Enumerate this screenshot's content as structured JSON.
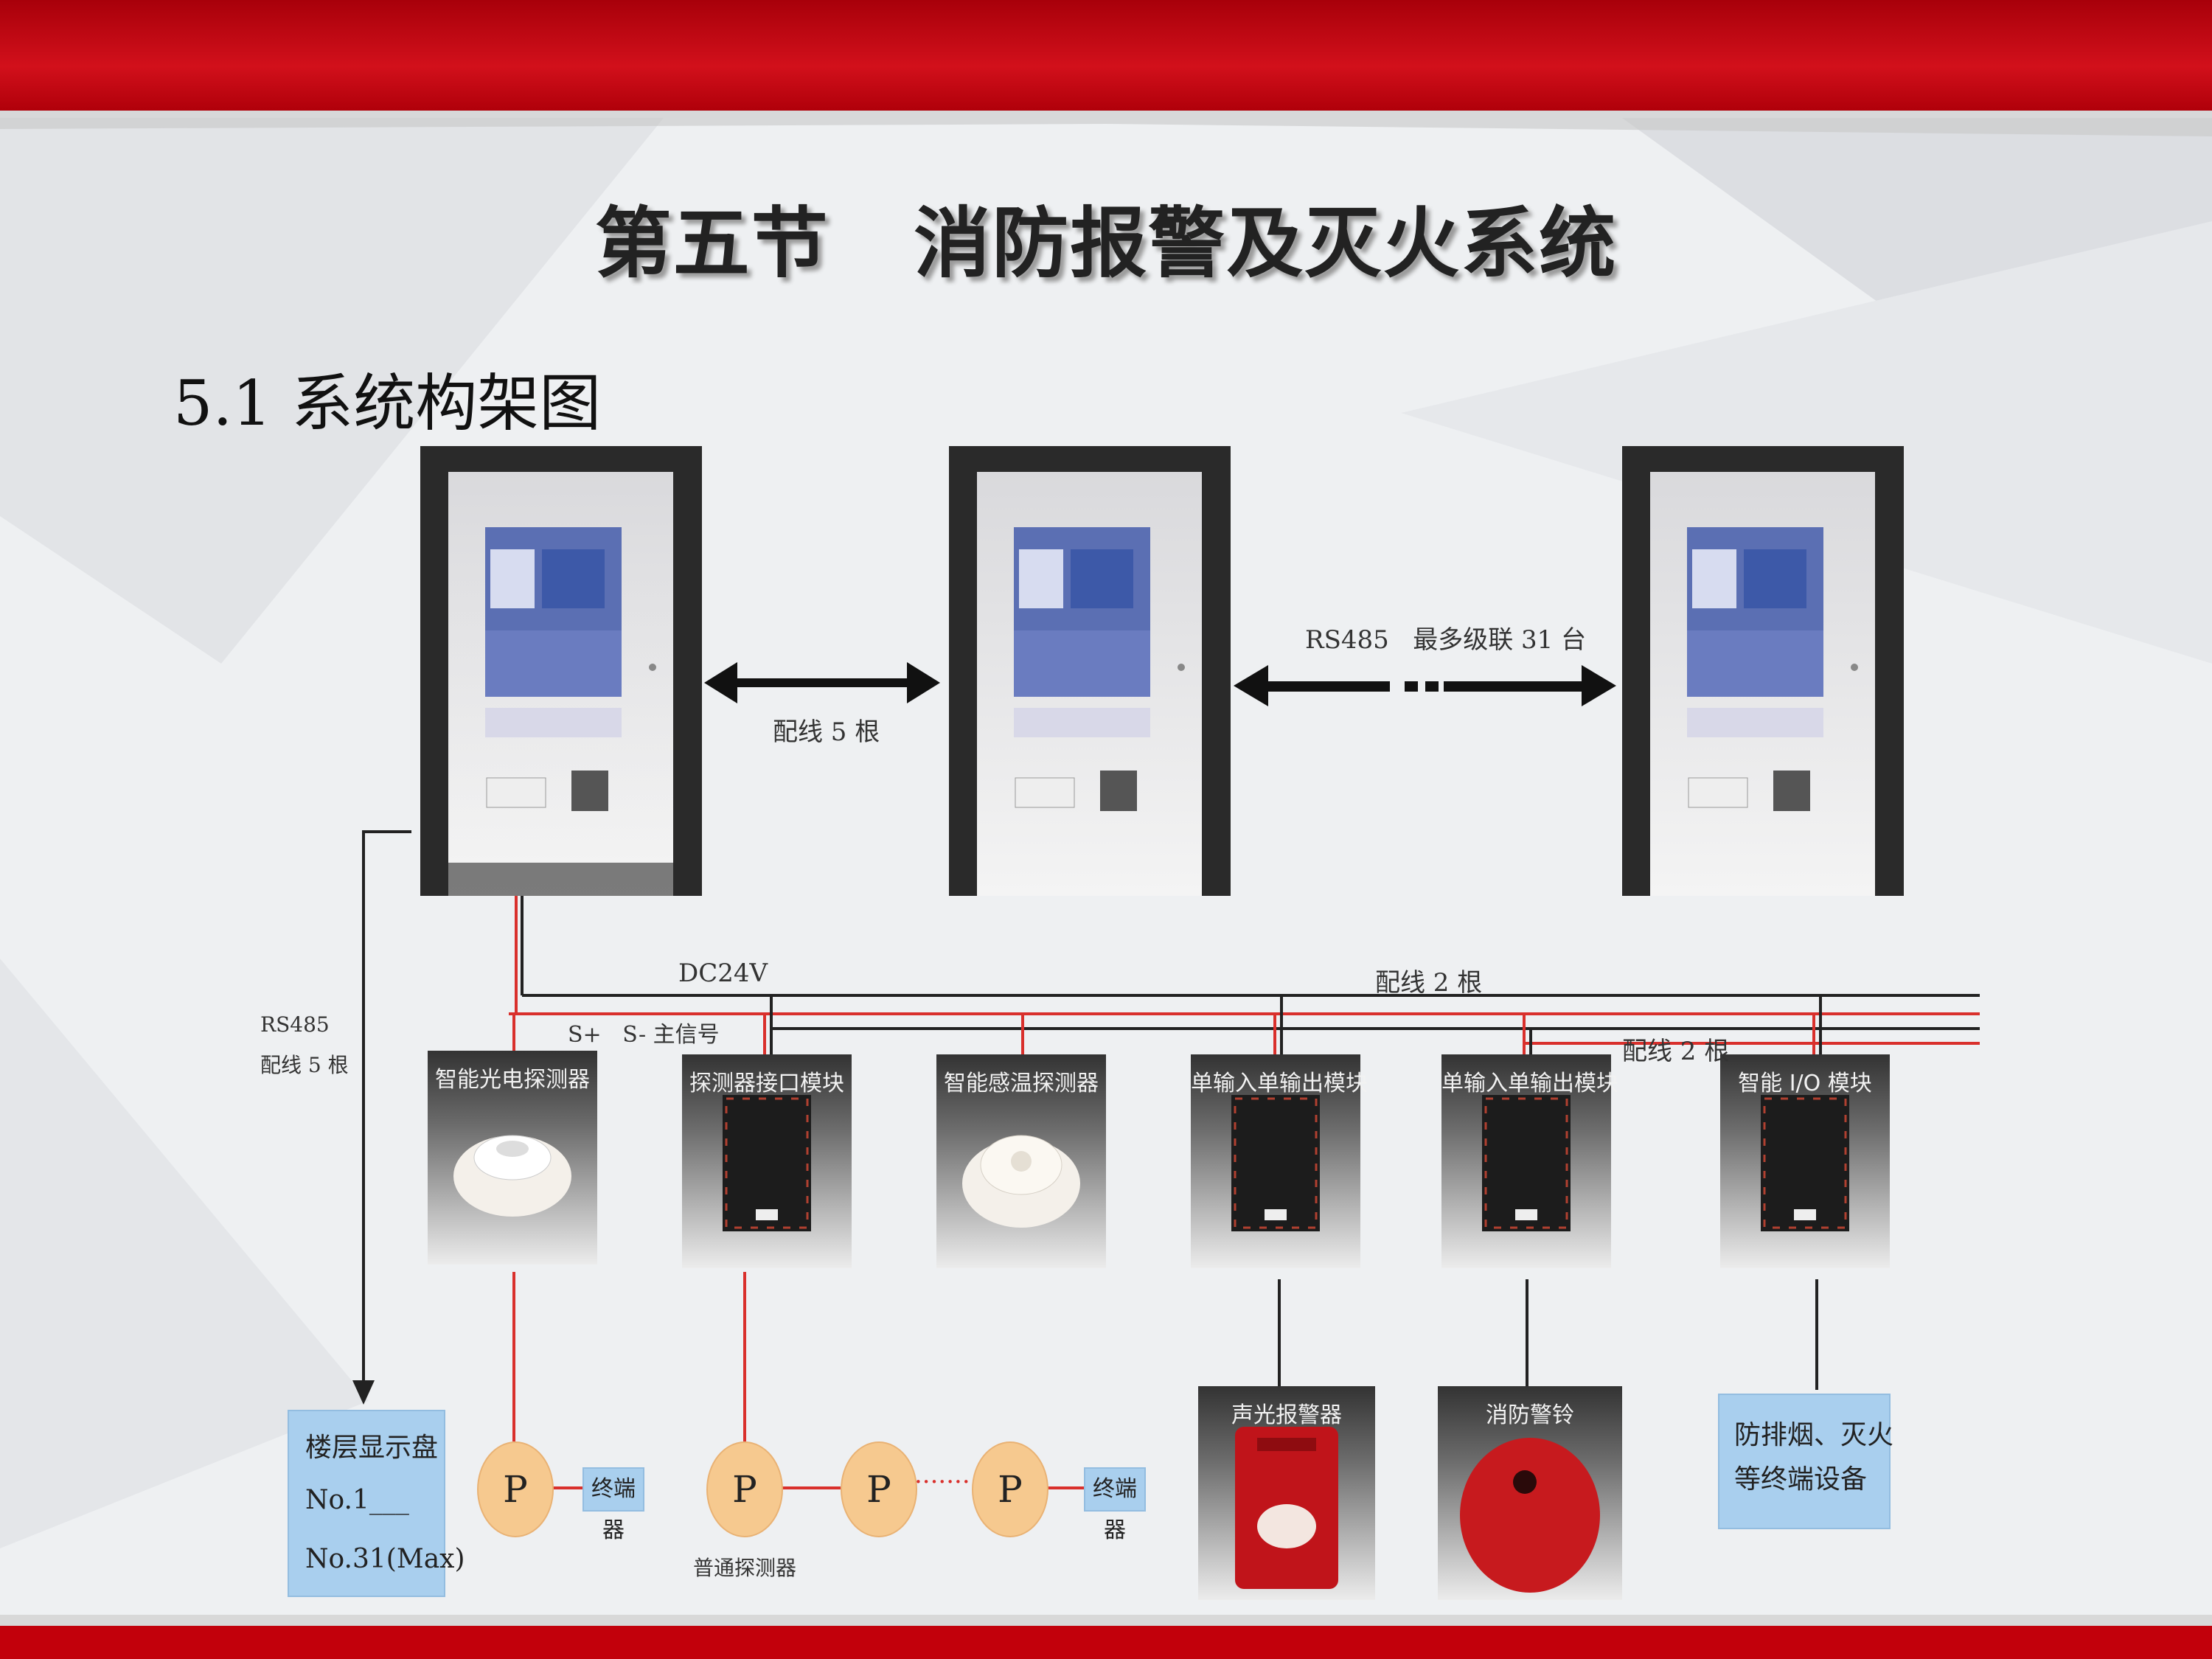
{
  "slide": {
    "title": "第五节   消防报警及灭火系统",
    "section": "5.1 系统构架图"
  },
  "labels": {
    "wire5_between_panels": "配线 5 根",
    "rs485_cascade": "RS485   最多级联 31 台",
    "dc24v": "DC24V",
    "wire2_top": "配线 2 根",
    "signal_bus": "S+   S- 主信号",
    "wire2_mid": "配线 2 根",
    "rs485_left": "RS485",
    "wire5_left": "配线 5 根"
  },
  "devices": [
    {
      "label": "智能光电探测器",
      "kind": "smoke"
    },
    {
      "label": "探测器接口模块",
      "kind": "module"
    },
    {
      "label": "智能感温探测器",
      "kind": "heat"
    },
    {
      "label": "单输入单输出模块",
      "kind": "module"
    },
    {
      "label": "单输入单输出模块",
      "kind": "module"
    },
    {
      "label": "智能 I/O 模块",
      "kind": "module"
    }
  ],
  "outputs": {
    "strobe": "声光报警器",
    "bell": "消防警铃",
    "terminal_equipment": "防排烟、灭火\n等终端设备"
  },
  "floor_display": {
    "title": "楼层显示盘",
    "first": "No.1___",
    "last": "No.31(Max)"
  },
  "detectors": {
    "p_label": "P",
    "terminator": "终端器",
    "ellipsis": "·······",
    "common_detector": "普通探测器"
  },
  "colors": {
    "banner_red": "#c0000b",
    "signal_red": "#d9302c",
    "card_dark": "#3a3a3a",
    "blue_box": "#a9cfee",
    "p_orange": "#f6c98f"
  }
}
